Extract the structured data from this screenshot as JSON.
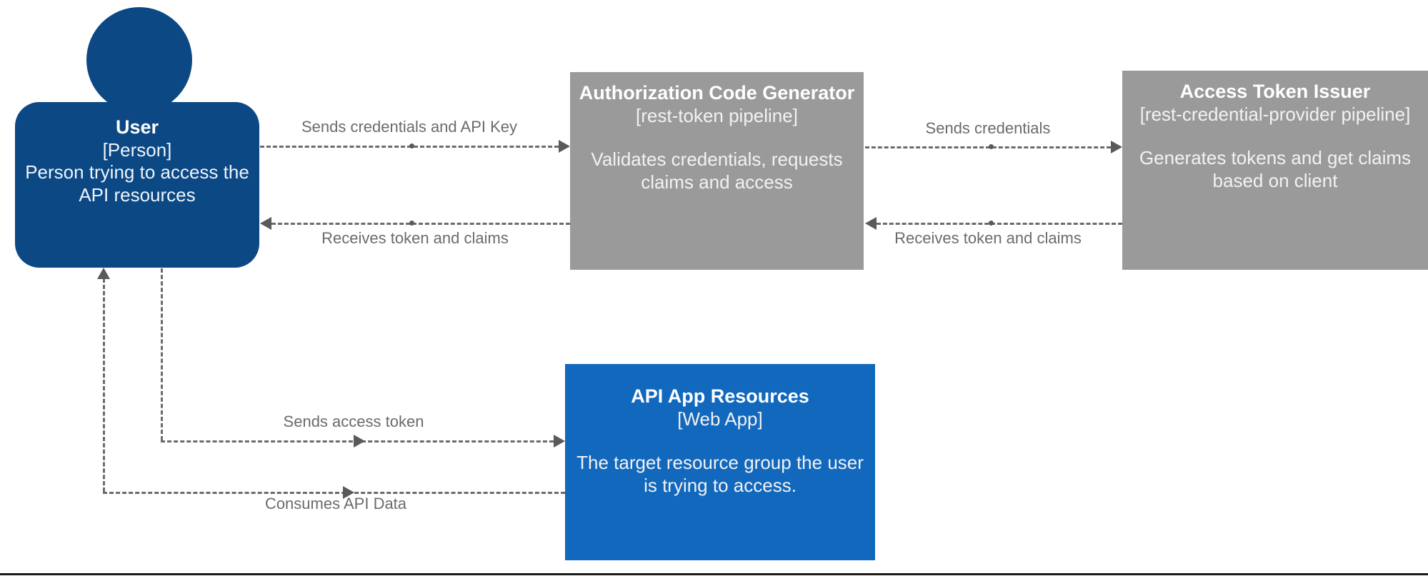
{
  "diagram": {
    "type": "c4-container-diagram",
    "background": "#ffffff",
    "colors": {
      "person_fill": "#0b4884",
      "container_gray": "#9a9a9a",
      "container_blue": "#1168bd",
      "relationship_line": "#6b6b6b",
      "relationship_label_text": "#6b6b6b",
      "node_text": "#ffffff"
    }
  },
  "nodes": {
    "user": {
      "title": "User",
      "technology": "[Person]",
      "description": "Person trying to access the API resources",
      "shape": "person",
      "fill": "#0b4884"
    },
    "authorization_code_generator": {
      "title": "Authorization Code Generator",
      "technology": "[rest-token pipeline]",
      "description": "Validates credentials, requests claims and access",
      "shape": "rectangle",
      "fill": "#9a9a9a"
    },
    "access_token_issuer": {
      "title": "Access Token Issuer",
      "technology": "[rest-credential-provider pipeline]",
      "description": "Generates tokens and get claims based on client",
      "shape": "rectangle",
      "fill": "#9a9a9a"
    },
    "api_app_resources": {
      "title": "API App Resources",
      "technology": "[Web App]",
      "description": "The target resource group the user is trying to access.",
      "shape": "rectangle",
      "fill": "#1168bd"
    }
  },
  "relationships": [
    {
      "id": "user-to-acg",
      "label": "Sends credentials and API Key",
      "from": "user",
      "to": "authorization_code_generator",
      "direction": "right",
      "style": "dashed"
    },
    {
      "id": "acg-to-user",
      "label": "Receives token and claims",
      "from": "authorization_code_generator",
      "to": "user",
      "direction": "left",
      "style": "dashed"
    },
    {
      "id": "acg-to-ati",
      "label": "Sends credentials",
      "from": "authorization_code_generator",
      "to": "access_token_issuer",
      "direction": "right",
      "style": "dashed"
    },
    {
      "id": "ati-to-acg",
      "label": "Receives token and claims",
      "from": "access_token_issuer",
      "to": "authorization_code_generator",
      "direction": "left",
      "style": "dashed"
    },
    {
      "id": "user-to-api",
      "label": "Sends access token",
      "from": "user",
      "to": "api_app_resources",
      "direction": "right",
      "style": "dashed"
    },
    {
      "id": "api-to-user",
      "label": "Consumes API Data",
      "from": "api_app_resources",
      "to": "user",
      "direction": "up-left",
      "style": "dashed"
    }
  ]
}
